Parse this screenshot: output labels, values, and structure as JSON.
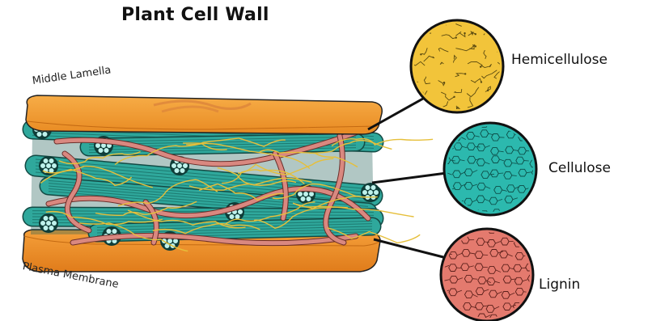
{
  "title": "Plant Cell Wall",
  "layers": {
    "top": "Middle Lamella",
    "bottom": "Plasma Membrane"
  },
  "components": [
    {
      "name": "Hemicellulose",
      "color": "#f2c43a",
      "pattern_color": "#5a4a10"
    },
    {
      "name": "Cellulose",
      "color": "#2cb9ae",
      "pattern_color": "#0d4e48"
    },
    {
      "name": "Lignin",
      "color": "#e47a6e",
      "pattern_color": "#5a1f1a"
    }
  ],
  "colors": {
    "lamella_orange": "#f39a2e",
    "fiber_teal": "#2fa89c",
    "lignin_strand": "#d98880",
    "hemi_strand": "#e6bf3a"
  }
}
